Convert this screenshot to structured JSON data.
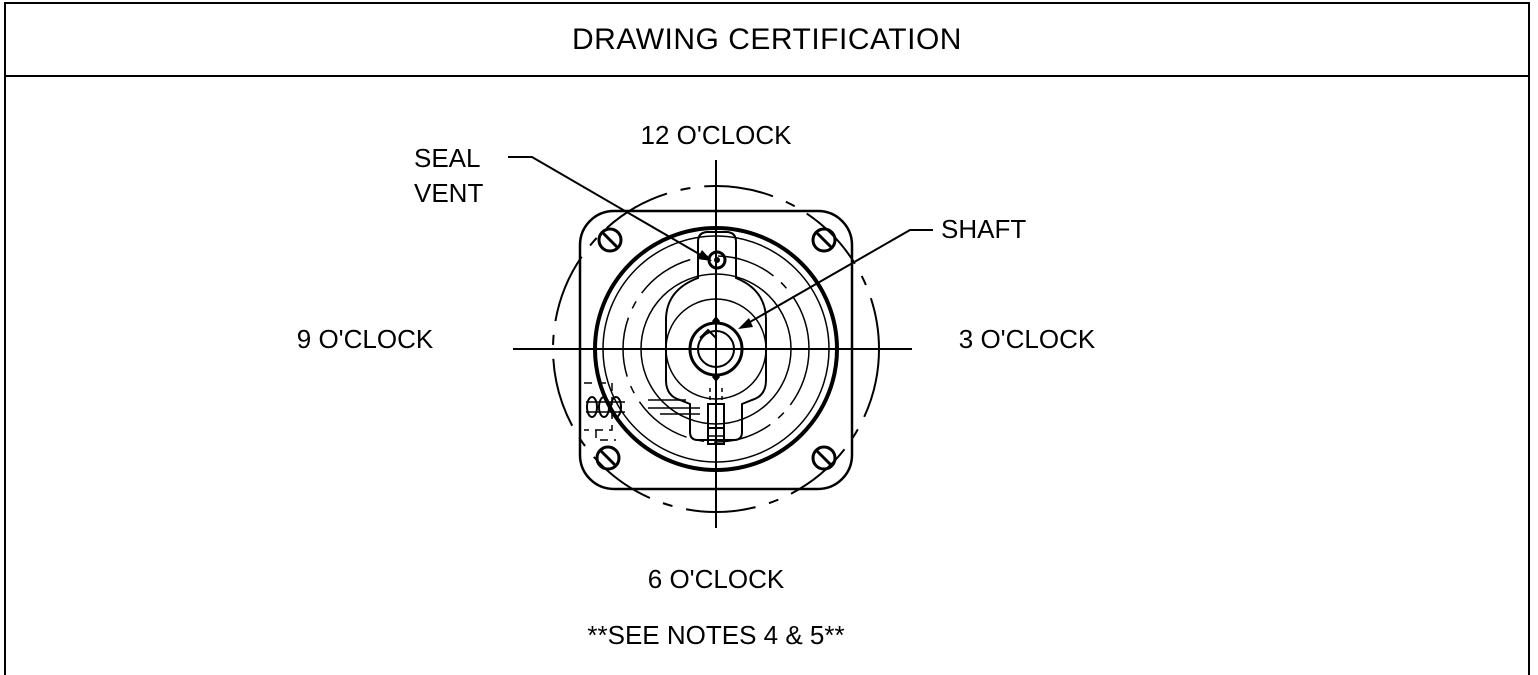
{
  "header": {
    "title": "DRAWING CERTIFICATION"
  },
  "labels": {
    "top": "12 O'CLOCK",
    "left": "9 O'CLOCK",
    "right": "3 O'CLOCK",
    "bottom": "6 O'CLOCK",
    "seal_line1": "SEAL",
    "seal_line2": "VENT",
    "shaft": "SHAFT",
    "notes": "**SEE NOTES 4 & 5**"
  }
}
